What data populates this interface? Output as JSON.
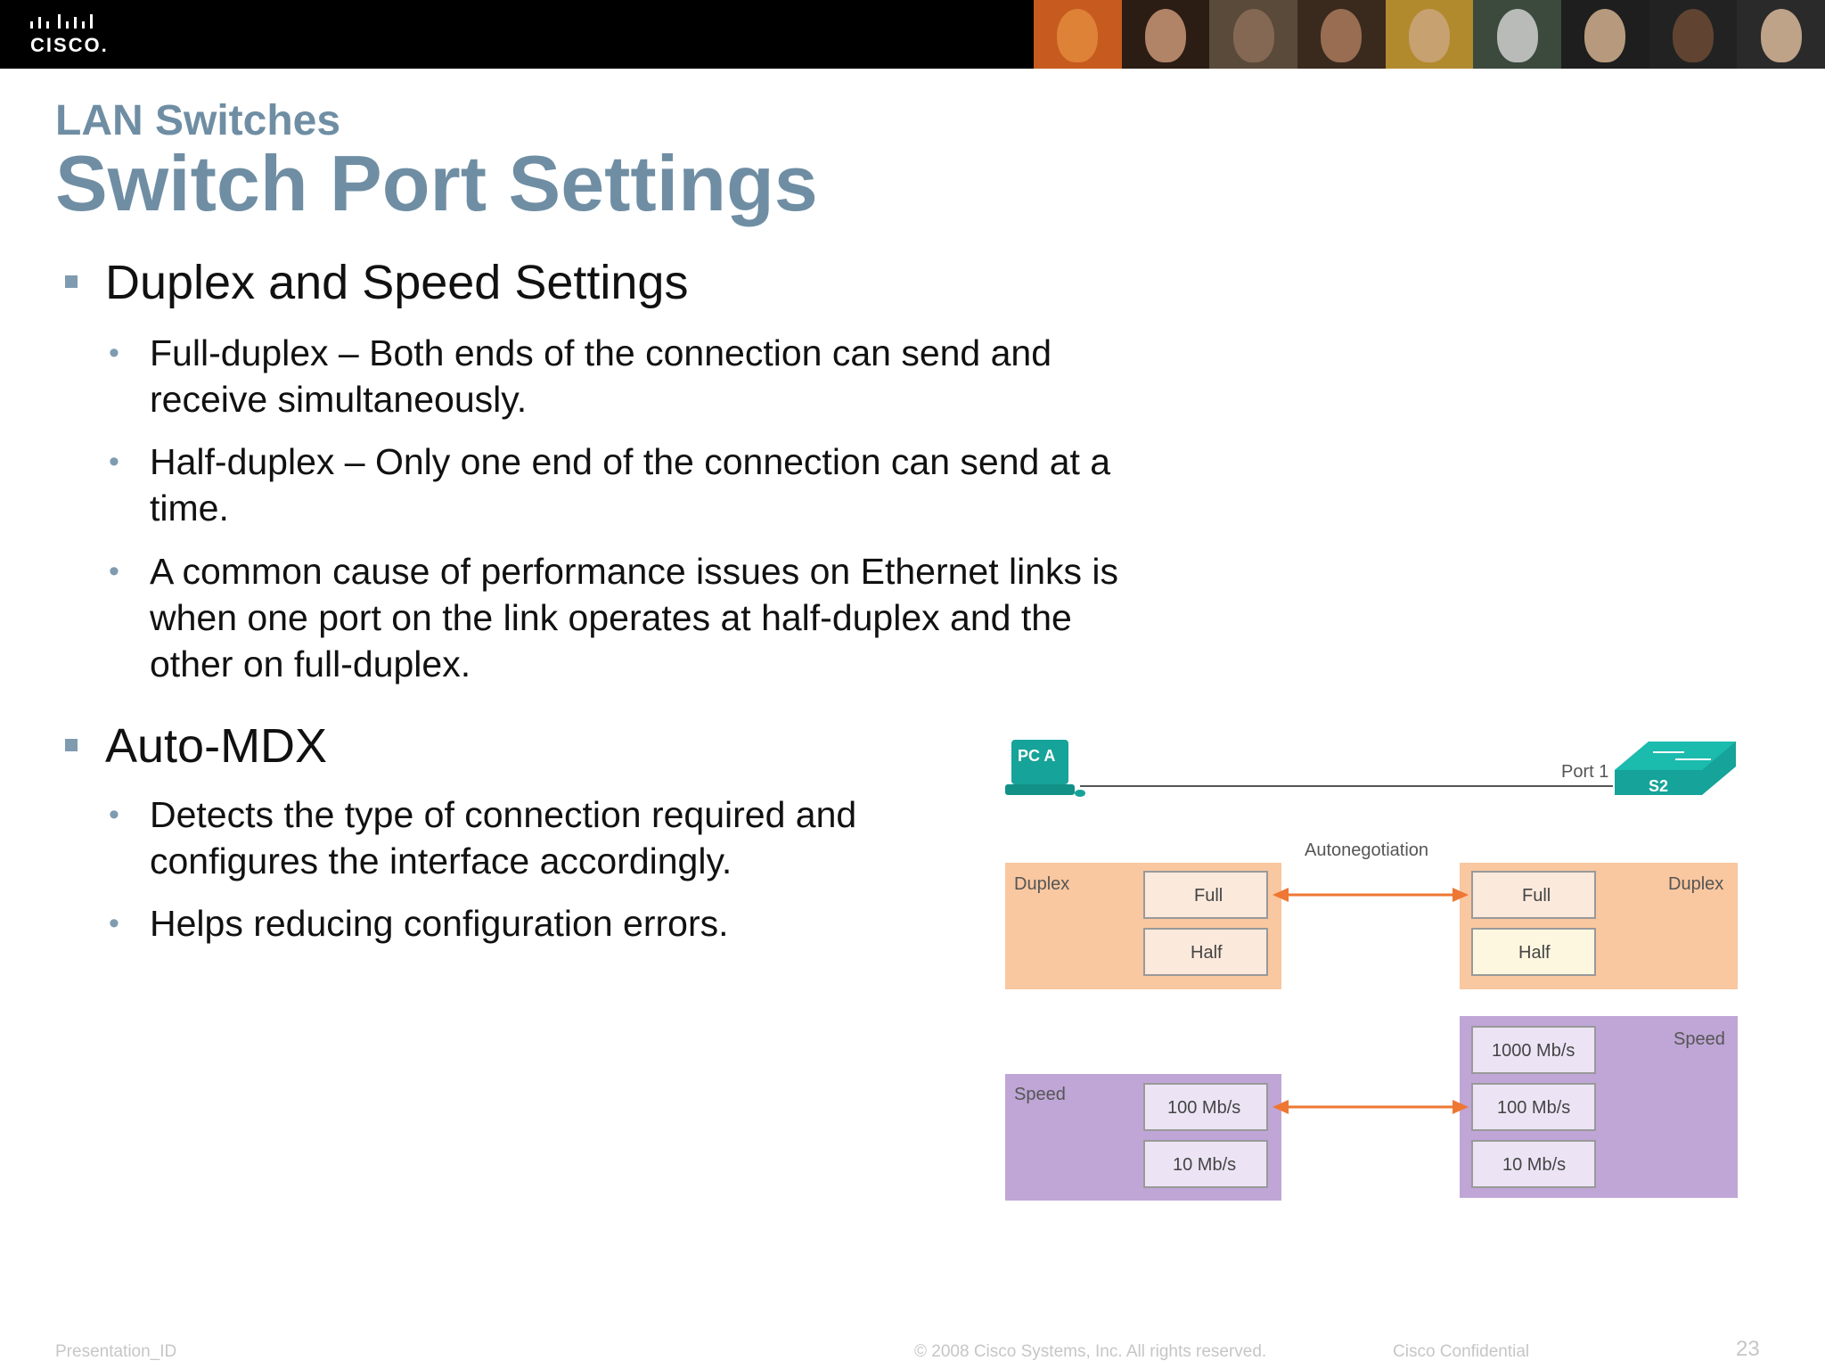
{
  "header": {
    "logo_text": "CISCO.",
    "photo_count": 9
  },
  "slide": {
    "section_title": "LAN Switches",
    "title": "Switch Port Settings",
    "bullets": [
      {
        "heading": "Duplex and Speed Settings",
        "items": [
          "Full-duplex – Both ends of the connection can send and receive simultaneously.",
          "Half-duplex – Only one end of the connection can send at a time.",
          "A common cause of performance issues on Ethernet links is when one port on the link operates at half-duplex and the other on full-duplex."
        ]
      },
      {
        "heading": "Auto-MDX",
        "items": [
          "Detects the type of connection required and configures the interface accordingly.",
          "Helps reducing configuration errors."
        ]
      }
    ]
  },
  "diagram": {
    "pc_label": "PC A",
    "port_label": "Port 1",
    "switch_label": "S2",
    "autoneg_label": "Autonegotiation",
    "left_duplex_label": "Duplex",
    "right_duplex_label": "Duplex",
    "left_speed_label": "Speed",
    "right_speed_label": "Speed",
    "left_duplex_options": [
      "Full",
      "Half"
    ],
    "right_duplex_options": [
      "Full",
      "Half"
    ],
    "left_speed_options": [
      "100 Mb/s",
      "10 Mb/s"
    ],
    "right_speed_options": [
      "1000 Mb/s",
      "100 Mb/s",
      "10 Mb/s"
    ],
    "colors": {
      "duplex_panel": "#f9c7a0",
      "speed_panel": "#bfa6d6",
      "arrow": "#ee7733",
      "pc": "#16a399",
      "switch": "#16a399",
      "option_box": "#fbe9dc",
      "option_box_speed": "#ece4f5"
    }
  },
  "footer": {
    "presentation_id": "Presentation_ID",
    "copyright": "© 2008 Cisco Systems, Inc. All rights reserved.",
    "confidential": "Cisco Confidential",
    "page_number": "23"
  }
}
